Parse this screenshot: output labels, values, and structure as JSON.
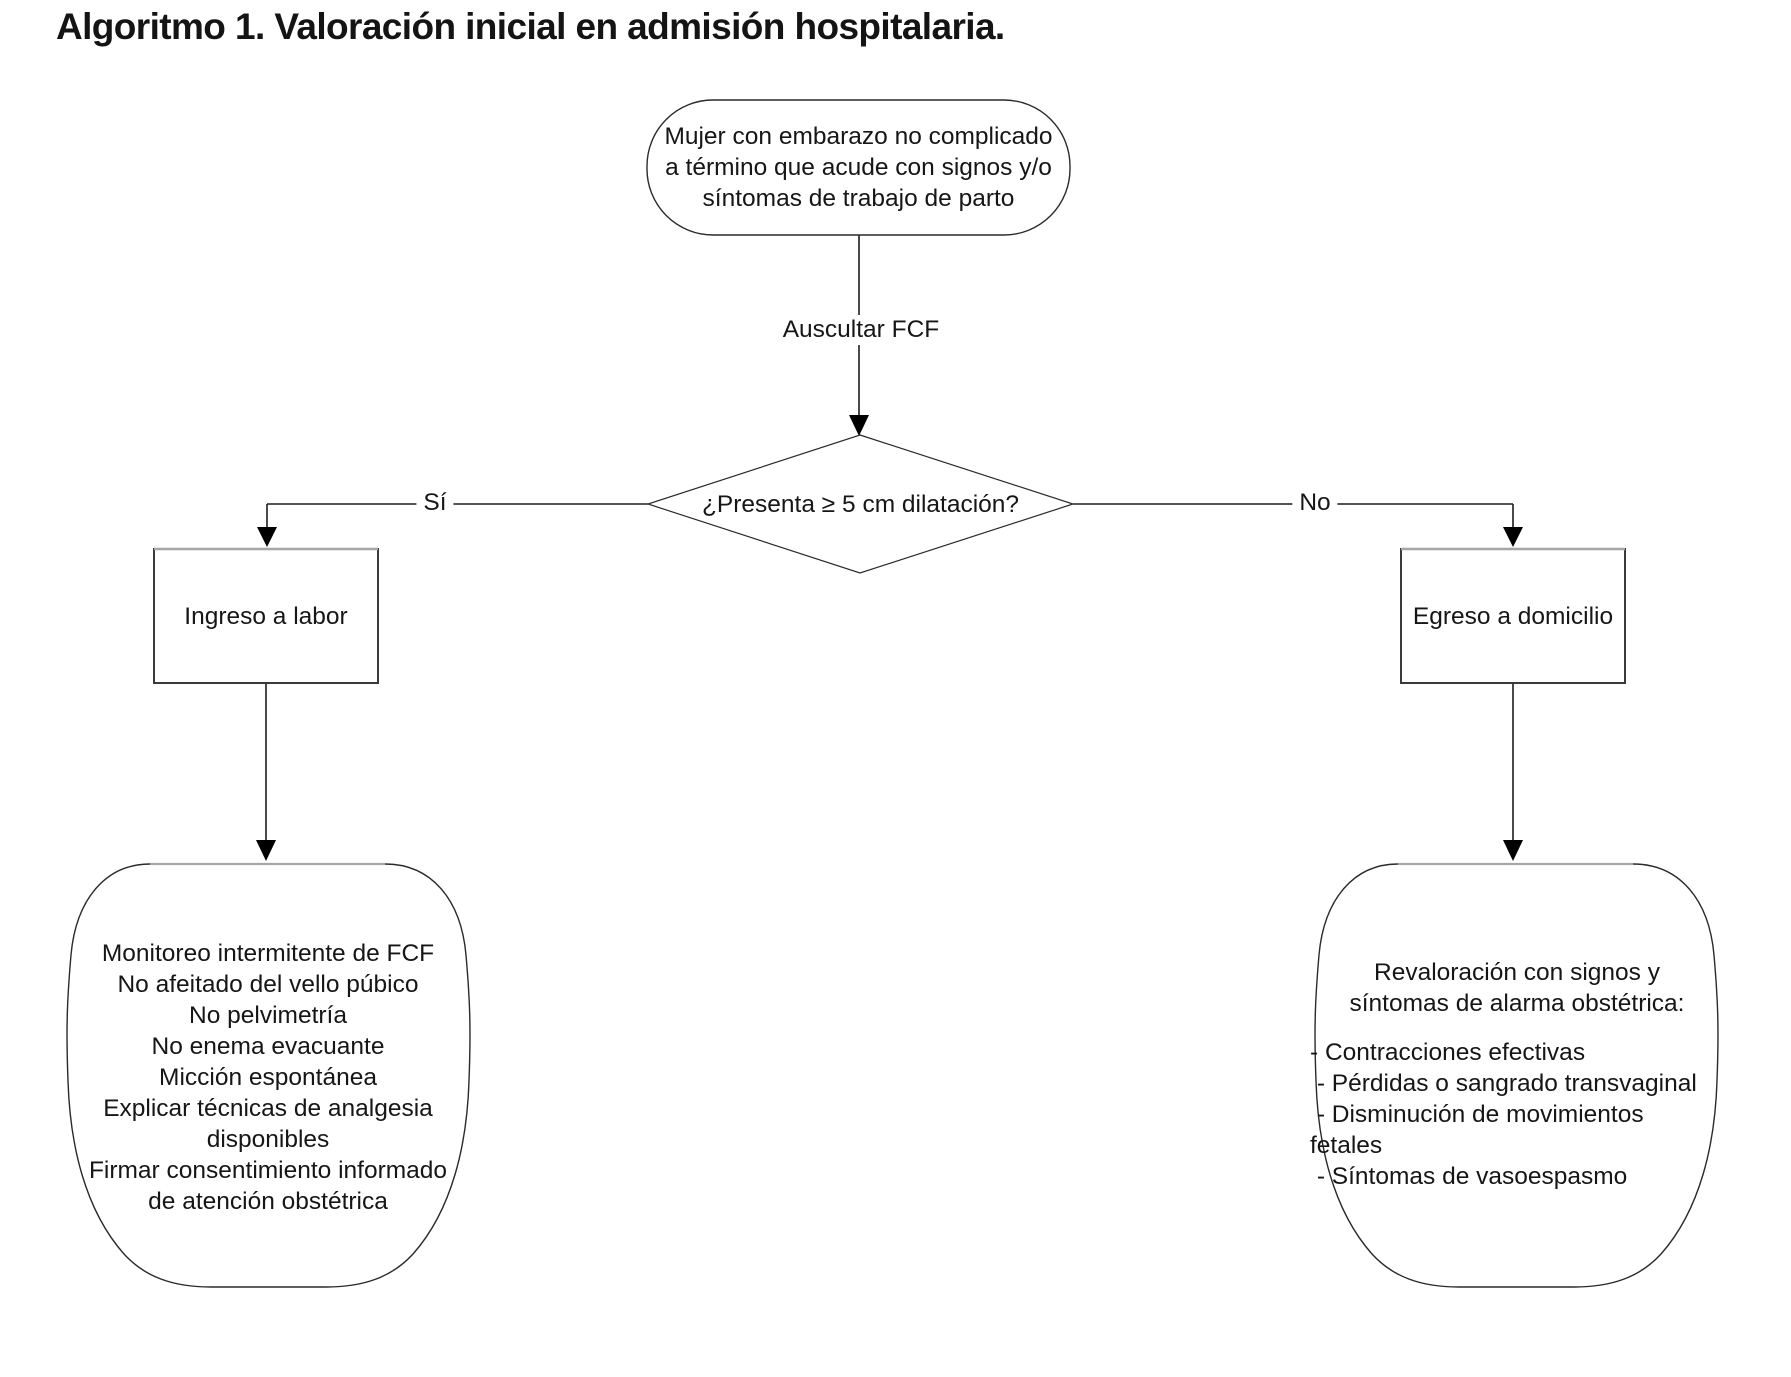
{
  "title": "Algoritmo 1. Valoración inicial en admisión hospitalaria.",
  "diagram": {
    "start_node": "Mujer con embarazo no complicado a término que acude con signos y/o síntomas de trabajo de parto",
    "process_label": "Auscultar FCF",
    "decision_node": "¿Presenta ≥ 5 cm dilatación?",
    "branch_yes_label": "Sí",
    "branch_no_label": "No",
    "yes_box": "Ingreso a labor",
    "no_box": "Egreso a domicilio",
    "yes_outcome_items": [
      "Monitoreo intermitente de FCF",
      "No afeitado del vello púbico",
      "No pelvimetría",
      "No enema evacuante",
      "Micción espontánea",
      "Explicar técnicas de analgesia disponibles",
      "Firmar consentimiento informado de atención obstétrica"
    ],
    "no_outcome_heading": "Revaloración con signos y síntomas de alarma obstétrica:",
    "no_outcome_items": [
      "- Contracciones efectivas",
      " - Pérdidas o sangrado transvaginal",
      " - Disminución de movimientos fetales",
      " - Síntomas de vasoespasmo"
    ],
    "colors": {
      "stroke": "#2a2a2a",
      "top_highlight": "#a6a6a6",
      "text": "#161616",
      "background": "#ffffff"
    }
  }
}
